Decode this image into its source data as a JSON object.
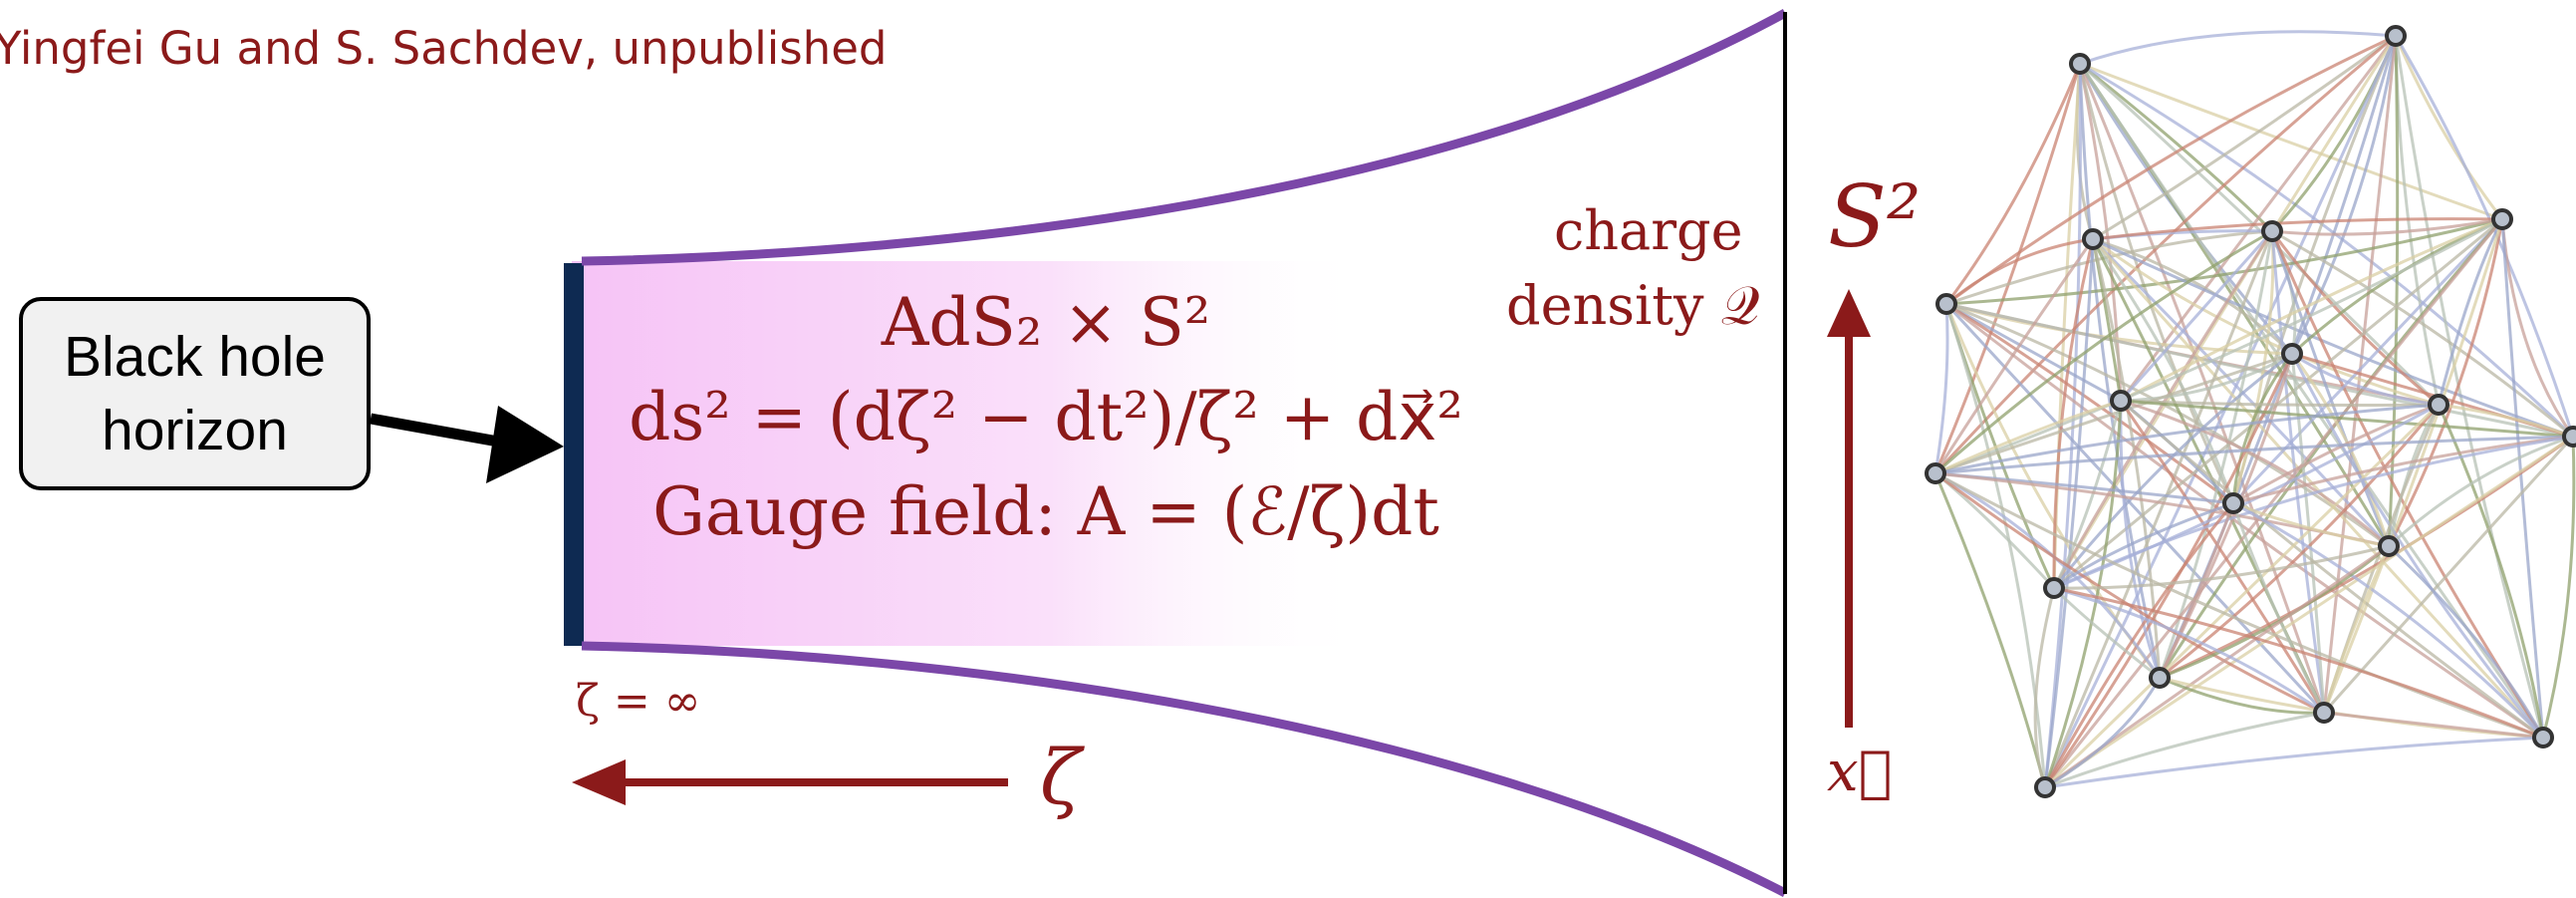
{
  "credit": "Yingfei Gu and S. Sachdev, unpublished",
  "horizon_label": [
    "Black hole",
    "horizon"
  ],
  "equations": {
    "line1": "AdS₂ × S²",
    "line2": "ds² = (dζ² − dt²)/ζ² + dx⃗²",
    "line3": "Gauge field:  A = (ℰ/ζ)dt"
  },
  "zeta_infinity": "ζ = ∞",
  "zeta_axis": "ζ",
  "charge_label": [
    "charge",
    "density 𝒬"
  ],
  "s2_label": "S²",
  "x_label": "x⃗",
  "colors": {
    "dark_red": "#8b1a1a",
    "purple": "#7b47a8",
    "navy": "#0e2a52",
    "pink": "#f6c3f6"
  }
}
